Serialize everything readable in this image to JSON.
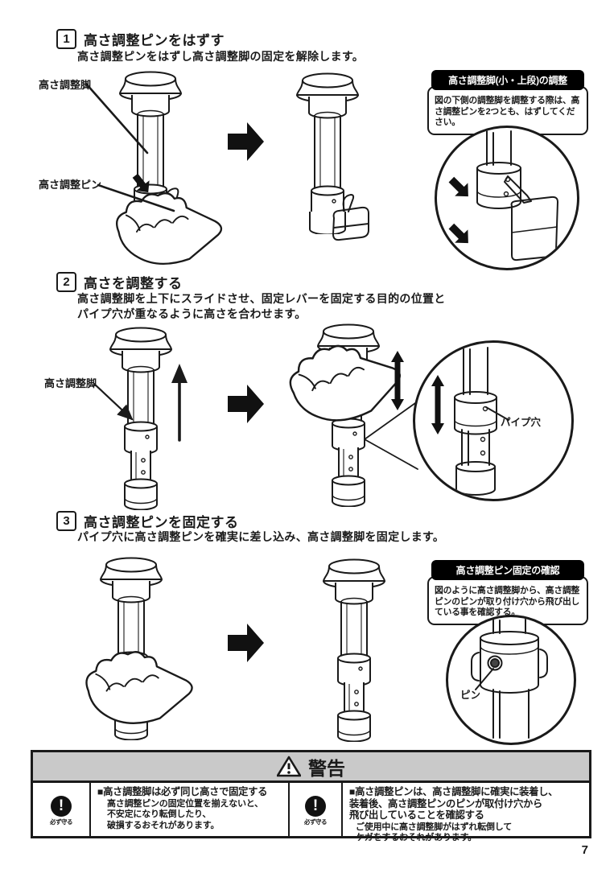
{
  "page": {
    "number": "7"
  },
  "steps": [
    {
      "num": "1",
      "title": "高さ調整ピンをはずす",
      "desc": "高さ調整ピンをはずし高さ調整脚の固定を解除します。",
      "label_leg": "高さ調整脚",
      "label_pin": "高さ調整ピン",
      "note": {
        "title": "高さ調整脚(小・上段)の調整",
        "body": "図の下側の調整脚を調整する際は、高さ調整ピンを2つとも、はずしてください。"
      }
    },
    {
      "num": "2",
      "title": "高さを調整する",
      "desc": "高さ調整脚を上下にスライドさせ、固定レバーを固定する目的の位置と\nパイプ穴が重なるように高さを合わせます。",
      "label_leg": "高さ調整脚",
      "label_pipe_hole": "パイプ穴"
    },
    {
      "num": "3",
      "title": "高さ調整ピンを固定する",
      "desc": "パイプ穴に高さ調整ピンを確実に差し込み、高さ調整脚を固定します。",
      "label_pin": "ピン",
      "note": {
        "title": "高さ調整ピン固定の確認",
        "body": "図のように高さ調整脚から、高さ調整ピンのピンが取り付け穴から飛び出している事を確認する。"
      }
    }
  ],
  "warning": {
    "header": "警告",
    "items": [
      {
        "icon_label": "必ず守る",
        "title": "■高さ調整脚は必ず同じ高さで固定する",
        "body": "高さ調整ピンの固定位置を揃えないと、\n不安定になり転倒したり、\n破損するおそれがあります。"
      },
      {
        "icon_label": "必ず守る",
        "title": "■高さ調整ピンは、高さ調整脚に確実に装着し、\n装着後、高さ調整ピンのピンが取付け穴から\n飛び出していることを確認する",
        "body": "ご使用中に高さ調整脚がはずれ転倒して\nケガをするおそれがあります。"
      }
    ]
  },
  "colors": {
    "ink": "#1a1a1a",
    "note_title_bg": "#000000",
    "warning_header_bg": "#c9c9c9",
    "page_bg": "#ffffff"
  }
}
